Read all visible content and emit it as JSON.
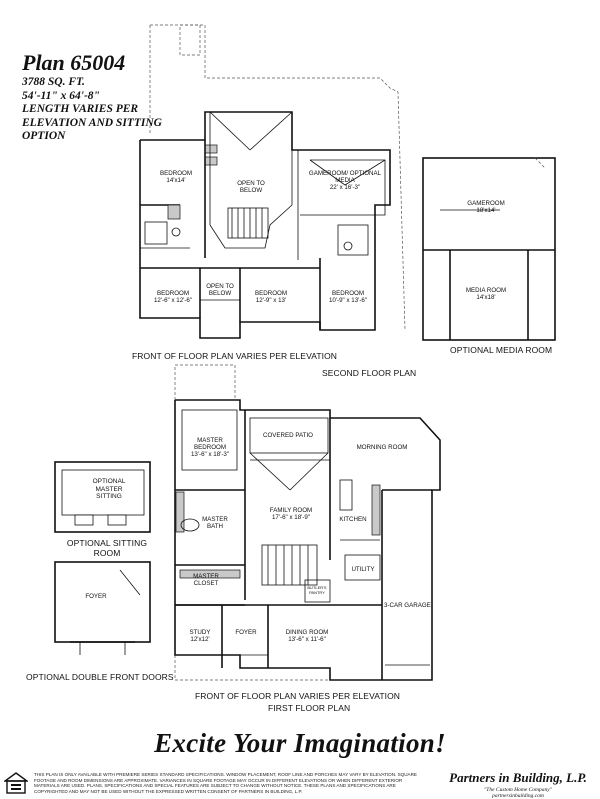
{
  "header": {
    "plan_title": "Plan 65004",
    "sqft": "3788 SQ. FT.",
    "dimensions": "54'-11\" x 64'-8\"",
    "note": "LENGTH VARIES PER ELEVATION AND SITTING OPTION"
  },
  "second_floor": {
    "caption": "SECOND FLOOR PLAN",
    "front_note": "FRONT OF FLOOR PLAN VARIES PER ELEVATION",
    "rooms": [
      {
        "name": "BEDROOM",
        "size": "14'x14'"
      },
      {
        "name": "OPEN TO BELOW",
        "size": ""
      },
      {
        "name": "GAMEROOM/ OPTIONAL MEDIA",
        "size": "22' x 16'-3\""
      },
      {
        "name": "BEDROOM",
        "size": "12'-6\" x 12'-6\""
      },
      {
        "name": "OPEN TO BELOW",
        "size": ""
      },
      {
        "name": "BEDROOM",
        "size": "12'-9\" x 13'"
      },
      {
        "name": "BEDROOM",
        "size": "10'-9\" x 13'-6\""
      }
    ]
  },
  "optional_media": {
    "caption": "OPTIONAL MEDIA ROOM",
    "rooms": [
      {
        "name": "GAMEROOM",
        "size": "18'x14'"
      },
      {
        "name": "MEDIA ROOM",
        "size": "14'x18'"
      }
    ]
  },
  "first_floor": {
    "caption": "FIRST FLOOR PLAN",
    "front_note": "FRONT OF FLOOR PLAN VARIES PER ELEVATION",
    "rooms": [
      {
        "name": "MASTER BEDROOM",
        "size": "13'-6\" x 18'-3\""
      },
      {
        "name": "COVERED PATIO",
        "size": ""
      },
      {
        "name": "MORNING ROOM",
        "size": ""
      },
      {
        "name": "FAMILY ROOM",
        "size": "17'-6\" x 18'-9\""
      },
      {
        "name": "KITCHEN",
        "size": ""
      },
      {
        "name": "MASTER BATH",
        "size": ""
      },
      {
        "name": "UTILITY",
        "size": ""
      },
      {
        "name": "MASTER CLOSET",
        "size": ""
      },
      {
        "name": "BUTLER'S PANTRY",
        "size": ""
      },
      {
        "name": "3-CAR GARAGE",
        "size": ""
      },
      {
        "name": "STUDY",
        "size": "12'x12'"
      },
      {
        "name": "FOYER",
        "size": ""
      },
      {
        "name": "DINING ROOM",
        "size": "13'-6\" x 11'-6\""
      }
    ]
  },
  "optional_sitting": {
    "caption": "OPTIONAL SITTING ROOM",
    "room": "OPTIONAL MASTER SITTING"
  },
  "optional_doors": {
    "caption": "OPTIONAL DOUBLE FRONT DOORS",
    "room": "FOYER"
  },
  "footer": {
    "slogan": "Excite Your Imagination!",
    "disclaimer": "THIS PLAN IS ONLY AVAILABLE WITH PREMIERE SERIES STANDARD SPECIFICATIONS. WINDOW PLACEMENT, ROOF LINE AND PORCHES MAY VARY BY ELEVATION. SQUARE FOOTAGE AND ROOM DIMENSIONS ARE APPROXIMATE. VARIANCES IN SQUARE FOOTAGE MAY OCCUR IN DIFFERENT ELEVATIONS OR WHEN DIFFERENT EXTERIOR MATERIALS ARE USED. PLANS, SPECIFICATIONS AND SPECIAL FEATURES ARE SUBJECT TO CHANGE WITHOUT NOTICE. THESE PLANS AND SPECIFICATIONS ARE COPYRIGHTED AND MAY NOT BE USED WITHOUT THE EXPRESSED WRITTEN CONSENT OF PARTNERS IN BUILDING, L.P.",
    "company": "Partners in Building, L.P.",
    "company_sub": "\"The Custom Home Company\"",
    "website": "partnersinbuilding.com"
  }
}
